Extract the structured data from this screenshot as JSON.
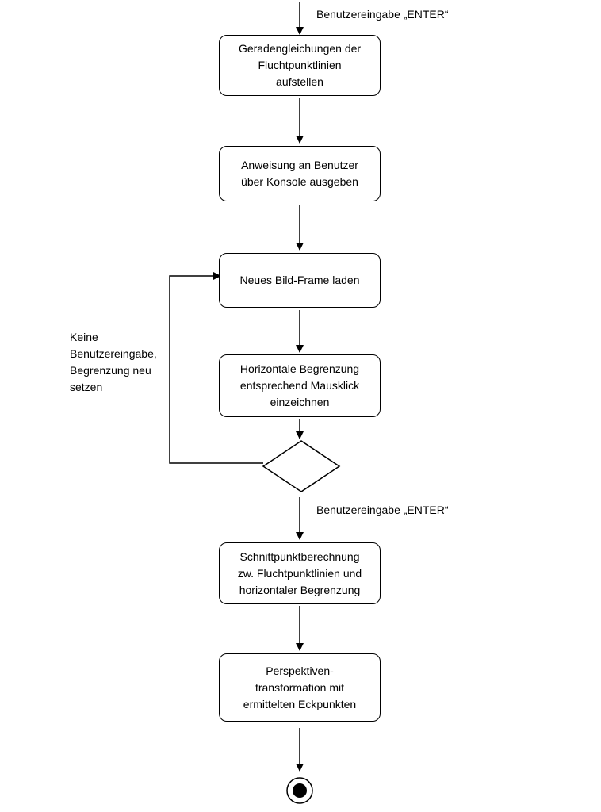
{
  "labels": {
    "enter_top": "Benutzereingabe „ENTER“",
    "enter_mid": "Benutzereingabe „ENTER“",
    "loop": "Keine\nBenutzereingabe,\nBegrenzung neu\nsetzen"
  },
  "nodes": {
    "lines": "Geradengleichungen der\nFluchtpunktlinien\naufstellen",
    "console": "Anweisung an Benutzer\nüber Konsole ausgeben",
    "load": "Neues Bild-Frame laden",
    "draw": "Horizontale Begrenzung\nentsprechend Mausklick\neinzeichnen",
    "intersect": "Schnittpunktberechnung\nzw. Fluchtpunktlinien und\nhorizontaler Begrenzung",
    "transform": "Perspektiven-\ntransformation mit\nermittelten Eckpunkten"
  },
  "colors": {
    "stroke": "#000000",
    "fill": "#ffffff"
  }
}
